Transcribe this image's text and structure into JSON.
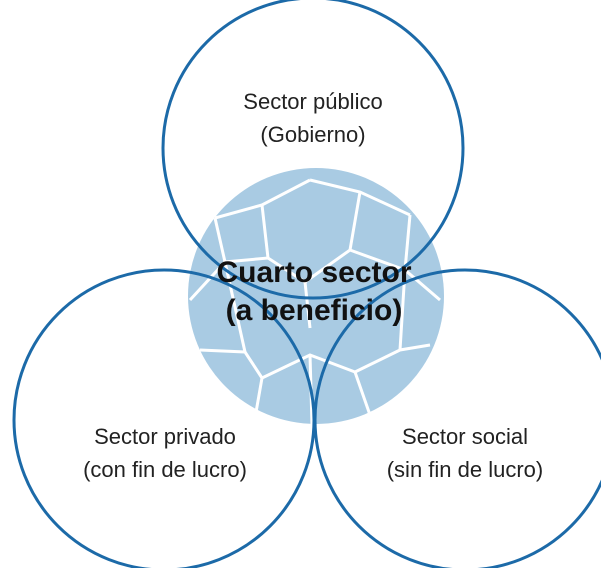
{
  "colors": {
    "circle_stroke": "#1c6aa8",
    "ball_fill": "#a9cbe3",
    "ball_seams": "#ffffff",
    "text": "#222222"
  },
  "diagram": {
    "top_circle": {
      "line1": "Sector público",
      "line2": "(Gobierno)"
    },
    "left_circle": {
      "line1": "Sector privado",
      "line2": "(con fin de lucro)"
    },
    "right_circle": {
      "line1": "Sector social",
      "line2": "(sin fin de lucro)"
    },
    "center": {
      "line1": "Cuarto sector",
      "line2": "(a beneficio)",
      "icon": "soccer-ball-icon"
    }
  }
}
